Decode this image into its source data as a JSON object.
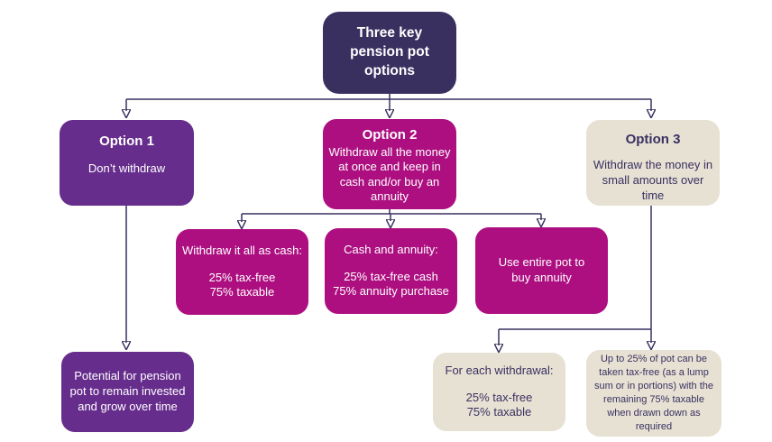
{
  "diagram": {
    "type": "flowchart",
    "colors": {
      "navy": "#3a3060",
      "purple": "#662d8c",
      "magenta": "#ad0f80",
      "beige": "#e6e1d2",
      "line": "#3a3060",
      "text_on_color": "#ffffff",
      "text_on_beige": "#3a3163",
      "background": "#ffffff"
    },
    "nodes": {
      "root": {
        "text": "Three key pension pot options"
      },
      "option1": {
        "title": "Option 1",
        "body": "Don’t withdraw"
      },
      "option2": {
        "title": "Option 2",
        "body": "Withdraw all the money at once and keep in cash and/or buy an annuity"
      },
      "option3": {
        "title": "Option 3",
        "body": "Withdraw the money in small amounts over time"
      },
      "cash": {
        "heading": "Withdraw it all as cash:",
        "line1": "25% tax-free",
        "line2": "75% taxable"
      },
      "cash_annuity": {
        "heading": "Cash and annuity:",
        "line1": "25% tax-free cash",
        "line2": "75% annuity purchase"
      },
      "annuity": {
        "body": "Use entire pot to buy annuity"
      },
      "option1_result": {
        "body": "Potential for pension pot to remain invested and grow over time"
      },
      "withdrawal": {
        "heading": "For each withdrawal:",
        "line1": "25% tax-free",
        "line2": "75% taxable"
      },
      "drawdown": {
        "body": "Up to 25% of pot can be taken tax-free (as a lump sum or in portions) with the remaining 75% taxable when drawn down as required"
      }
    }
  }
}
